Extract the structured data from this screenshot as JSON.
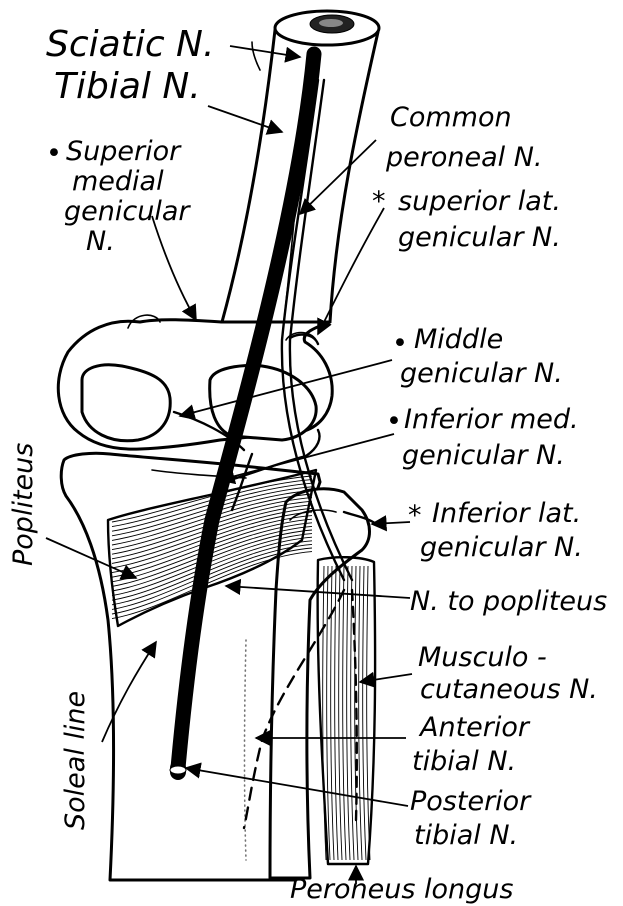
{
  "diagram": {
    "labels": {
      "sciatic": "Sciatic N.",
      "tibial": "Tibial N.",
      "superior_medial_1": "Superior",
      "superior_medial_2": "medial",
      "superior_medial_3": "genicular",
      "superior_medial_4": "N.",
      "common_peroneal_1": "Common",
      "common_peroneal_2": "peroneal N.",
      "superior_lat_1": "superior lat.",
      "superior_lat_2": "genicular N.",
      "middle_1": "Middle",
      "middle_2": "genicular N.",
      "inferior_med_1": "Inferior med.",
      "inferior_med_2": "genicular N.",
      "inferior_lat_1": "Inferior lat.",
      "inferior_lat_2": "genicular N.",
      "popliteus": "Popliteus",
      "n_to_popliteus": "N. to popliteus",
      "musculo_1": "Musculo -",
      "musculo_2": "cutaneous N.",
      "anterior_1": "Anterior",
      "anterior_2": "tibial N.",
      "soleal": "Soleal line",
      "posterior_1": "Posterior",
      "posterior_2": "tibial N.",
      "peroneus": "Peroneus longus"
    },
    "markers": {
      "dot": "•",
      "star": "*"
    }
  }
}
